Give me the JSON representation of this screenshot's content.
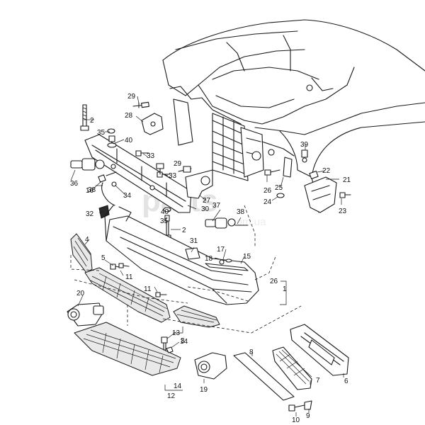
{
  "watermark": {
    "brand": "parts",
    "domain": ".com.ua"
  },
  "callouts": [
    "1",
    "2",
    "3",
    "4",
    "5",
    "6",
    "7",
    "8",
    "9",
    "10",
    "11",
    "12",
    "13",
    "14",
    "15",
    "16",
    "17",
    "18",
    "19",
    "20",
    "21",
    "22",
    "23",
    "24",
    "25",
    "26",
    "27",
    "28",
    "29",
    "30",
    "31",
    "32",
    "33",
    "34",
    "35",
    "36",
    "37",
    "38",
    "39",
    "40"
  ],
  "label_2": "2",
  "label_33": "33"
}
